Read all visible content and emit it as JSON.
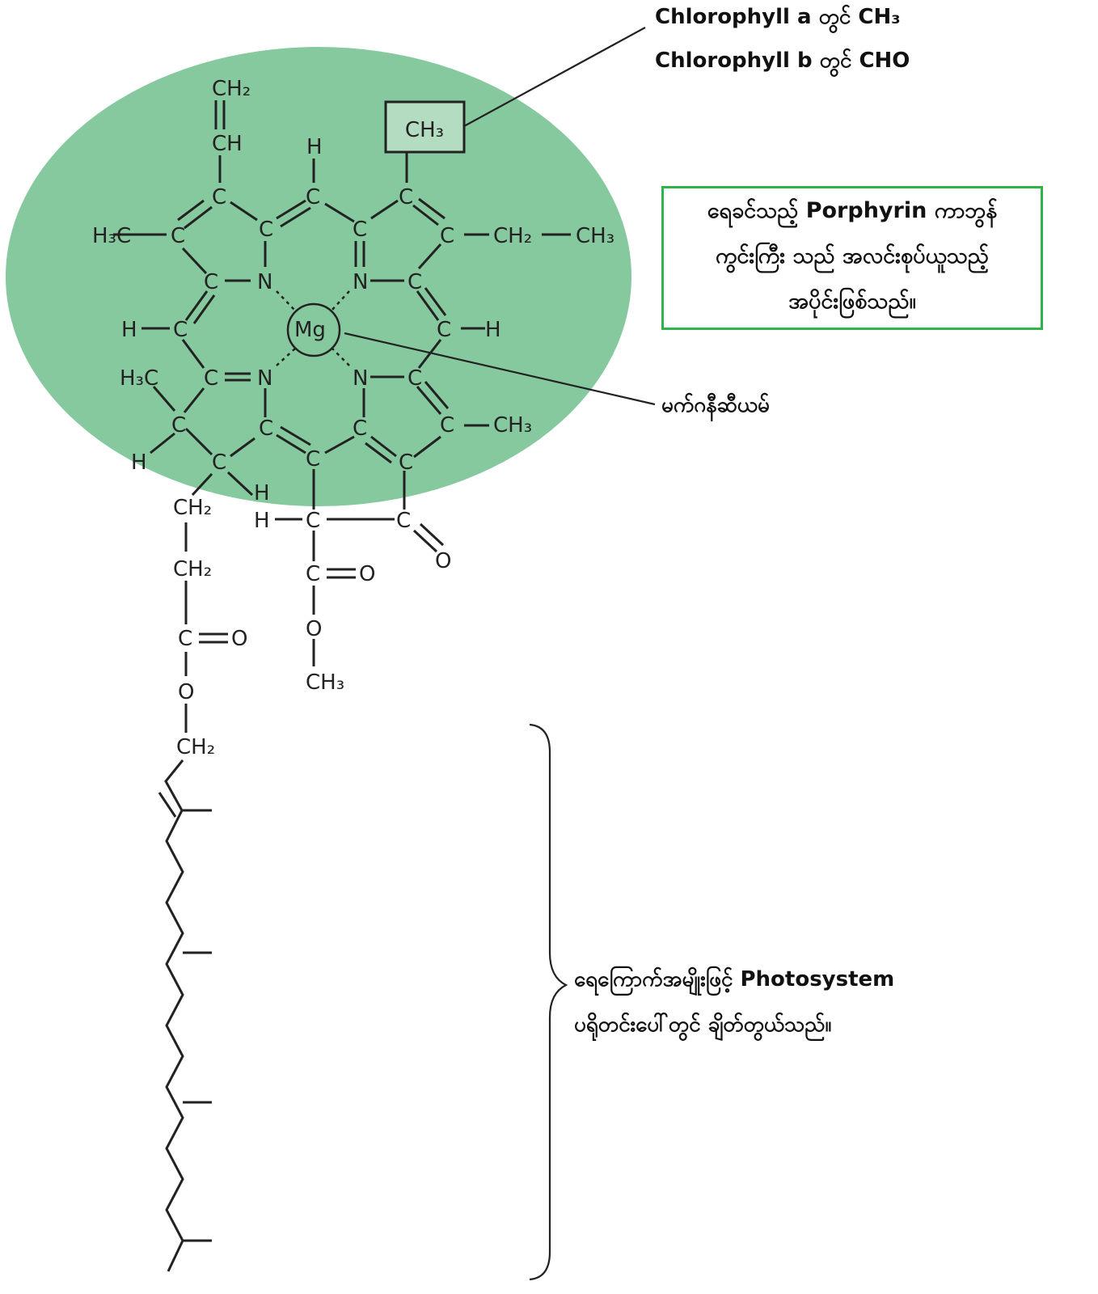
{
  "callouts": {
    "chlorophyll_a": "Chlorophyll a တွင် CH₃",
    "chlorophyll_b": "Chlorophyll b တွင် CHO",
    "porphyrin_line1": "ရေခင်သည့် Porphyrin ကာဘွန်",
    "porphyrin_line2": "ကွင်းကြီး သည် အလင်းစုပ်ယူသည့်",
    "porphyrin_line3": "အပိုင်းဖြစ်သည်။",
    "magnesium": "မက်ဂနီဆီယမ်",
    "tail_line1": "ရေကြောက်အမျိုးဖြင့် Photosystem",
    "tail_line2": "ပရိုတင်းပေါ်တွင် ချိတ်တွယ်သည်။"
  },
  "atoms": {
    "C": "C",
    "N": "N",
    "H": "H",
    "O": "O",
    "Mg": "Mg",
    "CH2": "CH₂",
    "CH": "CH",
    "CH3": "CH₃",
    "H3C": "H₃C"
  },
  "colors": {
    "porphyrin_fill": "#86c99e",
    "box_border": "#2fb34a",
    "ch3_box_fill": "#b4dcc0"
  }
}
